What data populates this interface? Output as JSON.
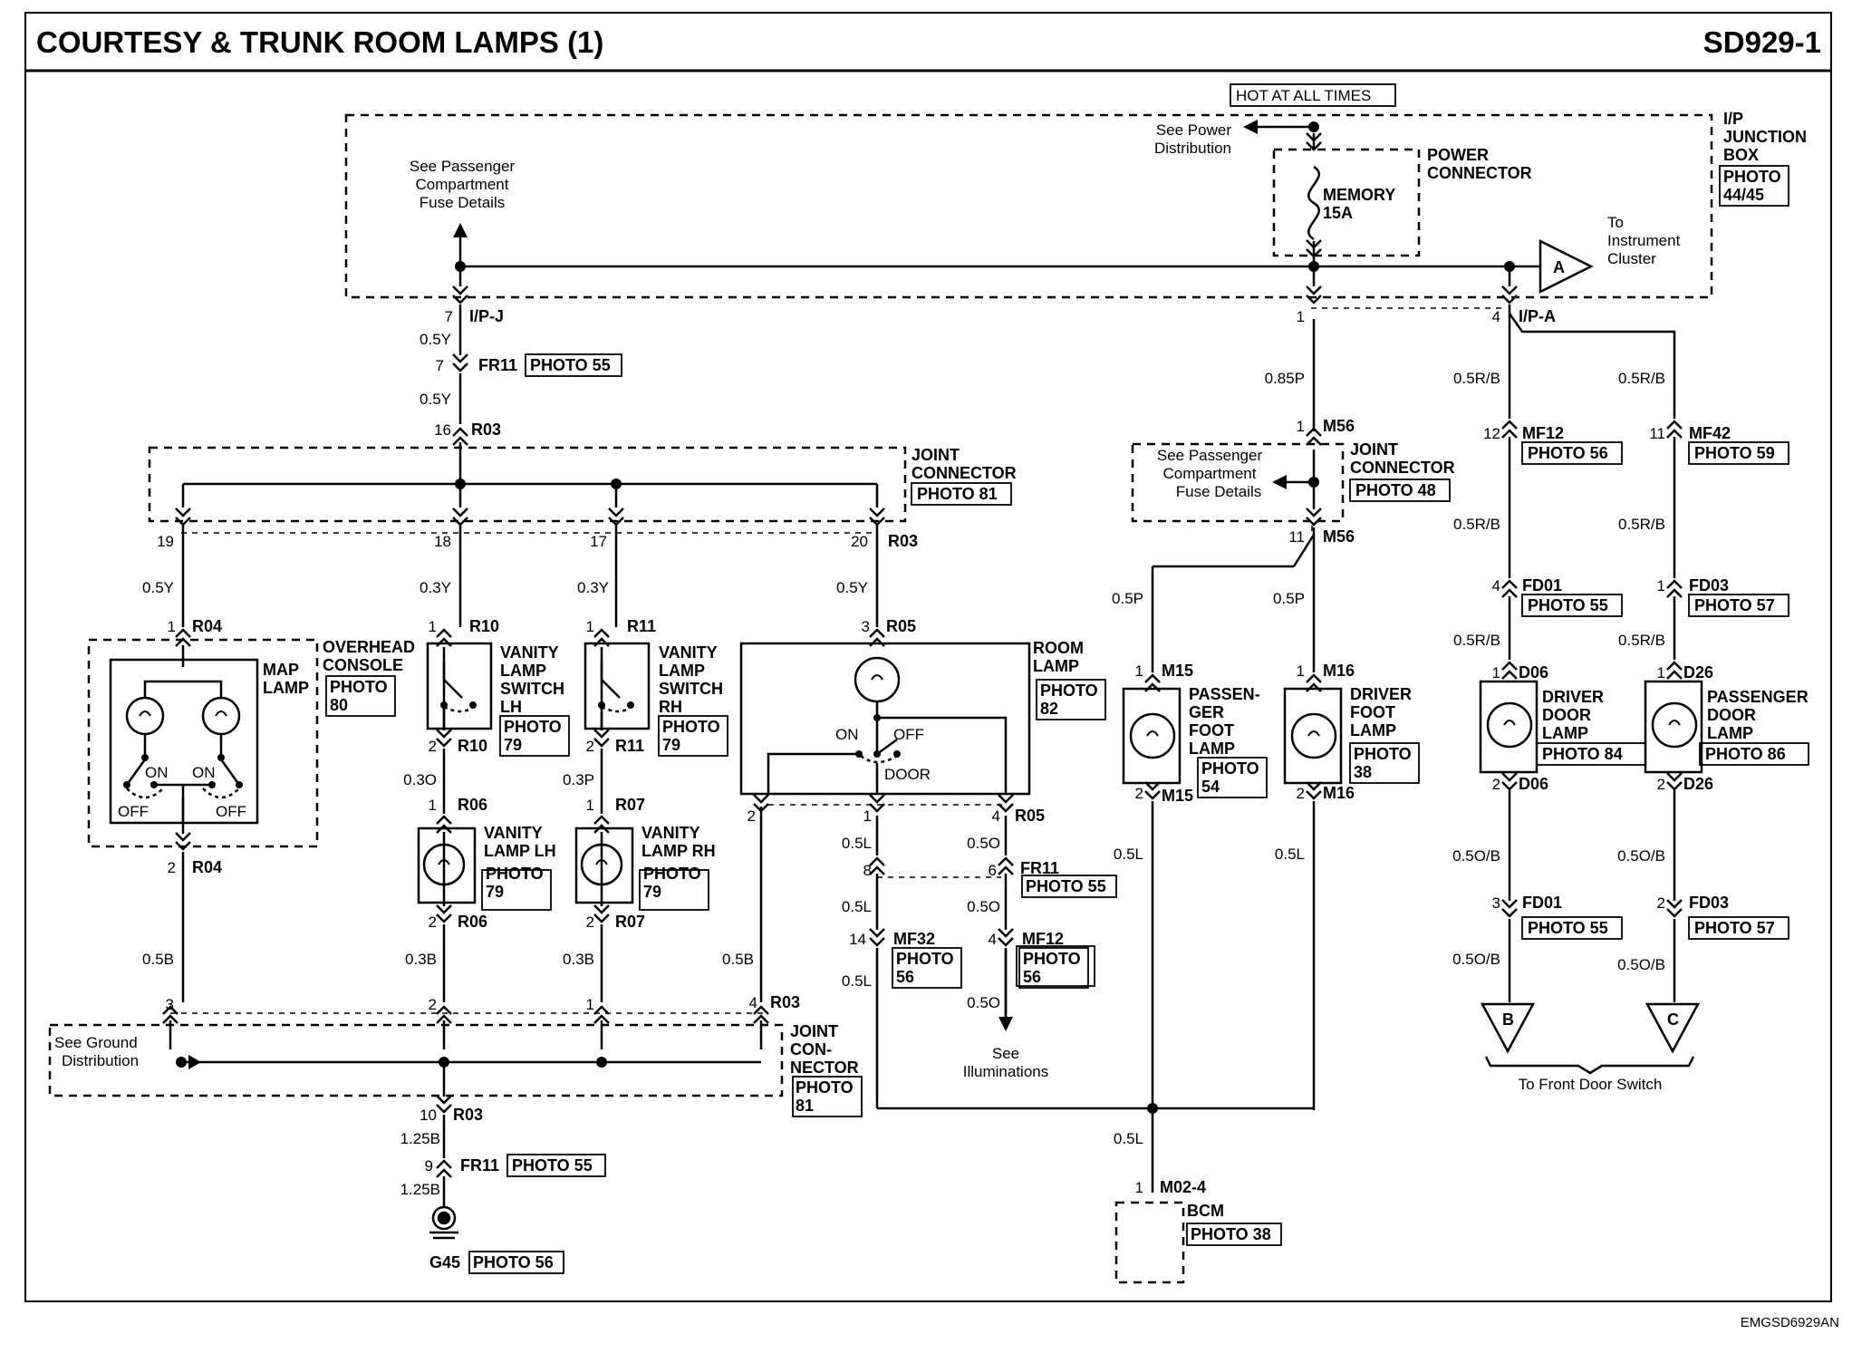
{
  "header": {
    "title": "COURTESY & TRUNK ROOM LAMPS (1)",
    "code": "SD929-1"
  },
  "footer": {
    "code": "EMGSD6929AN"
  },
  "hot_label": "HOT AT ALL TIMES",
  "ip_box": {
    "l1": "I/P",
    "l2": "JUNCTION",
    "l3": "BOX",
    "photo1": "PHOTO",
    "photo2": "44/45"
  },
  "see_power": {
    "l1": "See Power",
    "l2": "Distribution"
  },
  "power_connector": {
    "l1": "POWER",
    "l2": "CONNECTOR"
  },
  "fuse": {
    "l1": "MEMORY",
    "l2": "15A"
  },
  "see_pass_top": {
    "l1": "See Passenger",
    "l2": "Compartment",
    "l3": "Fuse Details"
  },
  "to_instrument": {
    "l1": "To",
    "l2": "Instrument",
    "l3": "Cluster"
  },
  "conn_a": "A",
  "conn_b": "B",
  "conn_c": "C",
  "labels": {
    "p7": "7",
    "ipj": "I/P-J",
    "w05y": "0.5Y",
    "fr11": "FR11",
    "photo55": "PHOTO 55",
    "p16": "16",
    "r03": "R03",
    "p19": "19",
    "p18": "18",
    "p17": "17",
    "p20": "20",
    "w03y": "0.3Y",
    "p1": "1",
    "p2": "2",
    "p3": "3",
    "p4": "4",
    "r04": "R04",
    "r10": "R10",
    "r11": "R11",
    "r05": "R05",
    "r06": "R06",
    "r07": "R07",
    "w03o": "0.3O",
    "w03p": "0.3P",
    "w05b": "0.5B",
    "w03b": "0.3B",
    "w05l": "0.5L",
    "w05o": "0.5O",
    "p8": "8",
    "p6": "6",
    "p14": "14",
    "mf32": "MF32",
    "mf12": "MF12",
    "photo": "PHOTO",
    "n56": "56",
    "p10": "10",
    "w125b": "1.25B",
    "p9": "9",
    "g45": "G45",
    "photo56": "PHOTO 56",
    "w085p": "0.85P",
    "m56": "M56",
    "p11": "11",
    "w05p": "0.5P",
    "m15": "M15",
    "m16": "M16",
    "m024": "M02-4",
    "bcm": "BCM",
    "photo38": "PHOTO 38",
    "ipa": "I/P-A",
    "w05rb": "0.5R/B",
    "p12": "12",
    "mf42": "MF42",
    "photo59": "PHOTO 59",
    "fd01": "FD01",
    "fd03": "FD03",
    "photo57": "PHOTO 57",
    "d06": "D06",
    "d26": "D26",
    "w05ob": "0.5O/B",
    "photo84": "PHOTO 84",
    "photo86": "PHOTO 86",
    "to_front": "To Front Door Switch"
  },
  "joint_top": {
    "l1": "JOINT",
    "l2": "CONNECTOR",
    "photo": "PHOTO 81"
  },
  "joint_m": {
    "l1": "JOINT",
    "l2": "CONNECTOR",
    "photo": "PHOTO 48"
  },
  "see_pass_m": {
    "l1": "See Passenger",
    "l2": "Compartment",
    "l3": "Fuse Details"
  },
  "joint_bot": {
    "l1": "JOINT",
    "l2": "CON-",
    "l3": "NECTOR",
    "photo1": "PHOTO",
    "photo2": "81"
  },
  "see_ground": {
    "l1": "See Ground",
    "l2": "Distribution"
  },
  "see_illum": {
    "l1": "See",
    "l2": "Illuminations"
  },
  "map_lamp": {
    "l1": "MAP",
    "l2": "LAMP",
    "on": "ON",
    "off": "OFF"
  },
  "overhead": {
    "l1": "OVERHEAD",
    "l2": "CONSOLE",
    "photo1": "PHOTO",
    "photo2": "80"
  },
  "vsw_lh": {
    "l1": "VANITY",
    "l2": "LAMP",
    "l3": "SWITCH",
    "l4": "LH",
    "photo1": "PHOTO",
    "photo2": "79"
  },
  "vsw_rh": {
    "l1": "VANITY",
    "l2": "LAMP",
    "l3": "SWITCH",
    "l4": "RH",
    "photo1": "PHOTO",
    "photo2": "79"
  },
  "vl_lh": {
    "l1": "VANITY",
    "l2": "LAMP LH",
    "photo1": "PHOTO",
    "photo2": "79"
  },
  "vl_rh": {
    "l1": "VANITY",
    "l2": "LAMP RH",
    "photo1": "PHOTO",
    "photo2": "79"
  },
  "room_lamp": {
    "l1": "ROOM",
    "l2": "LAMP",
    "photo1": "PHOTO",
    "photo2": "82",
    "on": "ON",
    "off": "OFF",
    "door": "DOOR"
  },
  "pass_foot": {
    "l1": "PASSEN-",
    "l2": "GER",
    "l3": "FOOT",
    "l4": "LAMP",
    "photo1": "PHOTO",
    "photo2": "54"
  },
  "drv_foot": {
    "l1": "DRIVER",
    "l2": "FOOT",
    "l3": "LAMP",
    "photo1": "PHOTO",
    "photo2": "38"
  },
  "drv_door": {
    "l1": "DRIVER",
    "l2": "DOOR",
    "l3": "LAMP"
  },
  "pass_door": {
    "l1": "PASSENGER",
    "l2": "DOOR",
    "l3": "LAMP"
  }
}
